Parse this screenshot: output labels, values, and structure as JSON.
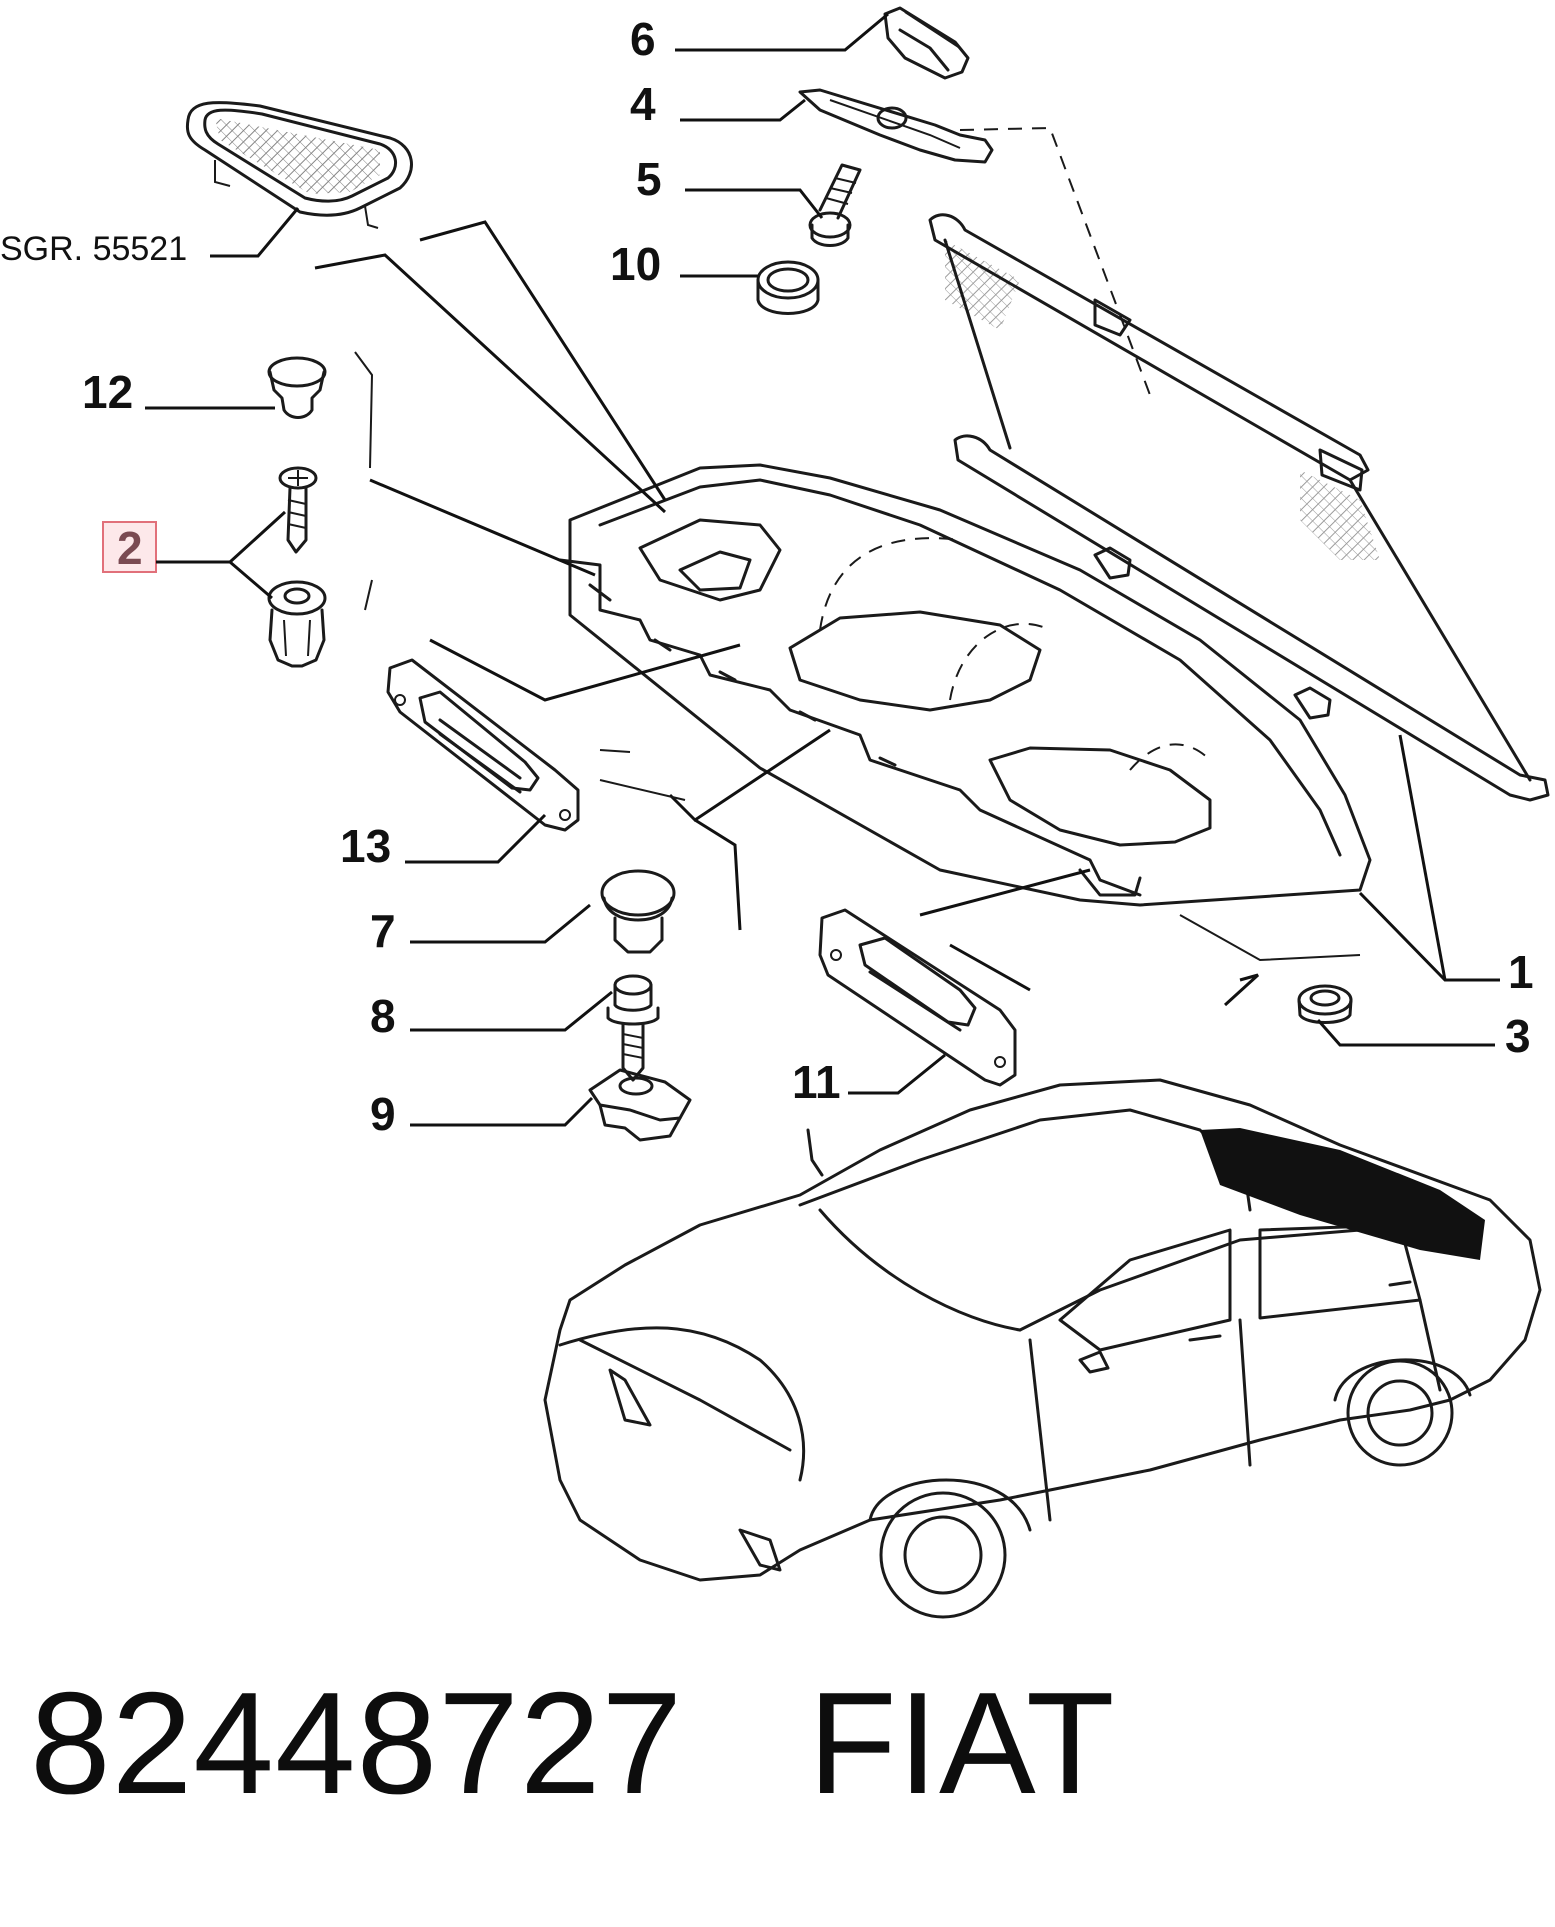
{
  "callouts": {
    "c1": "1",
    "c2": "2",
    "c3": "3",
    "c4": "4",
    "c5": "5",
    "c6": "6",
    "c7": "7",
    "c8": "8",
    "c9": "9",
    "c10": "10",
    "c11": "11",
    "c12": "12",
    "c13": "13"
  },
  "highlighted_callout": "2",
  "sgr_reference": "SGR. 55521",
  "footer": {
    "part_number": "82448727",
    "brand": "FIAT"
  }
}
